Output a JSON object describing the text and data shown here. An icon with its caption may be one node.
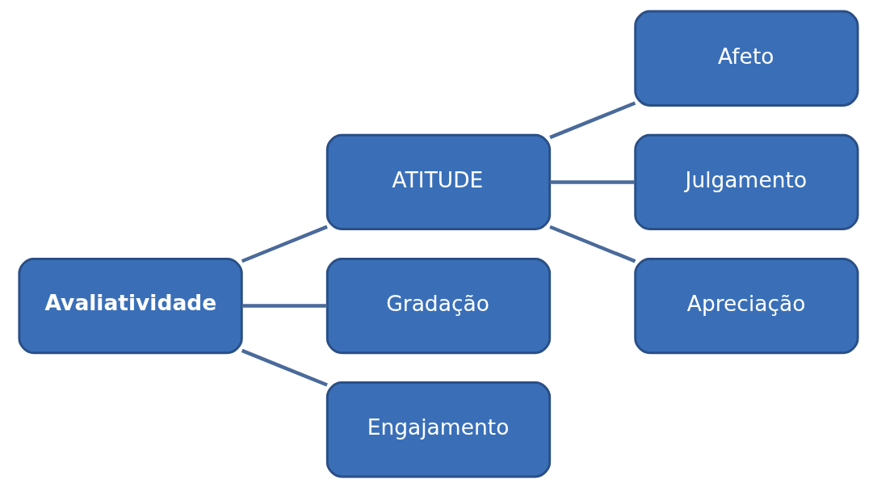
{
  "diagram": {
    "nodes": [
      {
        "text": [
          "Avaliatividade"
        ]
      },
      {
        "text": [
          "ATITUDE"
        ]
      },
      {
        "text": [
          "Gradação"
        ]
      },
      {
        "text": [
          "Engajamento"
        ]
      },
      {
        "text": [
          "Afeto"
        ]
      },
      {
        "text": [
          "Julgamento"
        ]
      },
      {
        "text": [
          "Apreciação"
        ]
      }
    ],
    "edges": [
      {
        "from": 0,
        "to": 1,
        "arrow": "none"
      },
      {
        "from": 0,
        "to": 2,
        "arrow": "none"
      },
      {
        "from": 0,
        "to": 3,
        "arrow": "none"
      },
      {
        "from": 1,
        "to": 4,
        "arrow": "none"
      },
      {
        "from": 1,
        "to": 5,
        "arrow": "none"
      },
      {
        "from": 1,
        "to": 6,
        "arrow": "none"
      }
    ]
  }
}
